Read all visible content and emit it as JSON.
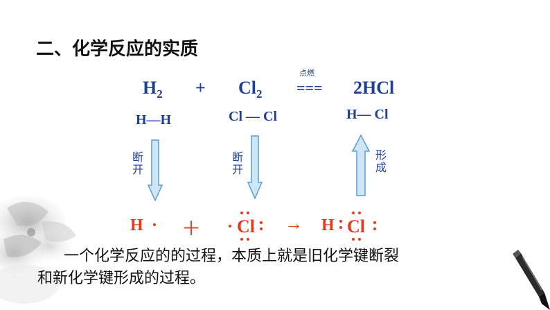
{
  "slide": {
    "title": "二、化学反应的实质"
  },
  "equation": {
    "reactant1": {
      "symbol": "H",
      "subscript": "2"
    },
    "plus": "+",
    "reactant2": {
      "symbol": "Cl",
      "subscript": "2"
    },
    "condition": "点燃",
    "equals": "===",
    "product": "2HCl"
  },
  "structures": {
    "h2": "H—H",
    "cl2": "Cl — Cl",
    "hcl": "H— Cl"
  },
  "arrows": {
    "left": {
      "label": "断开",
      "direction": "down"
    },
    "middle": {
      "label": "断开",
      "direction": "down"
    },
    "right": {
      "label": "形成",
      "direction": "up"
    }
  },
  "electron_formula": {
    "h_atom": "H",
    "plus": "＋",
    "cl_atom": "Cl",
    "arrow": "→",
    "product_h": "H",
    "product_cl": "Cl"
  },
  "conclusion": {
    "line1": "一个化学反应的的过程，本质上就是旧化学键断裂",
    "line2": "和新化学键形成的过程。"
  },
  "colors": {
    "formula": "#1f3f95",
    "electron": "#e8381b",
    "arrow_fill": "#cfe6f4",
    "arrow_stroke": "#5b9bd5"
  }
}
